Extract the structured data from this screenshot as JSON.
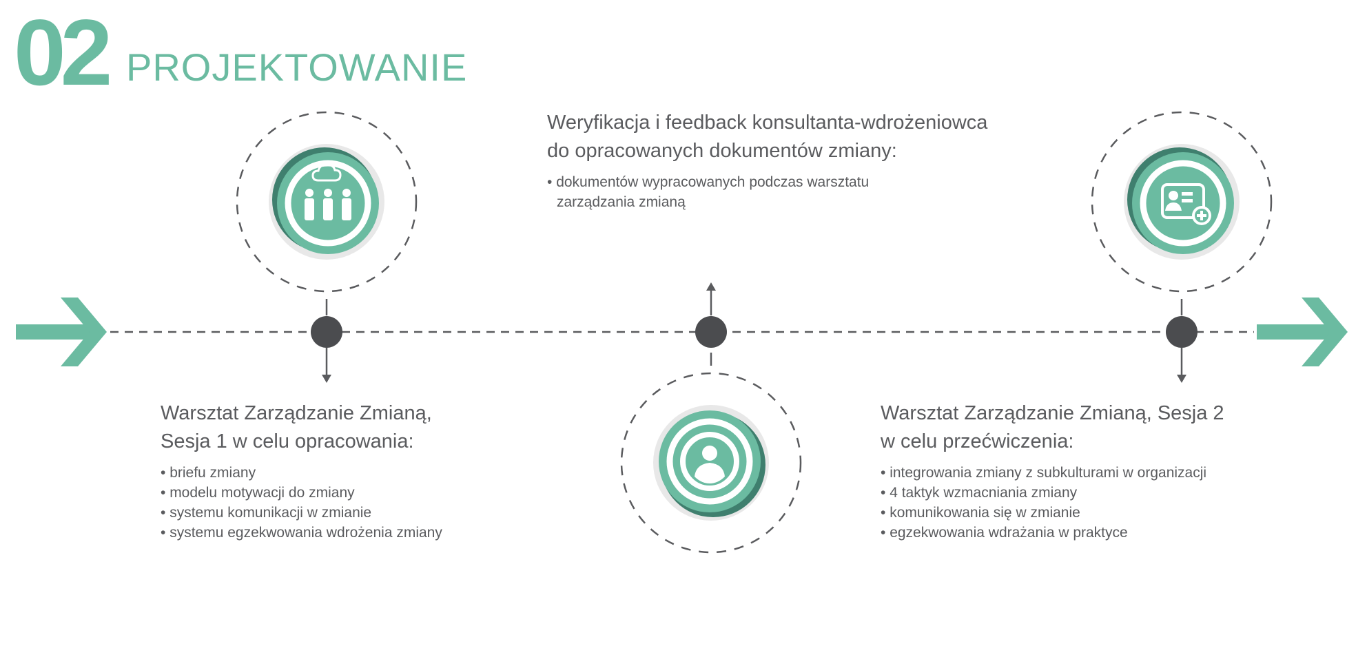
{
  "header": {
    "number": "02",
    "title": "PROJEKTOWANIE"
  },
  "steps": [
    {
      "title_lines": [
        "Warsztat Zarządzanie Zmianą,",
        "Sesja 1 w celu opracowania:"
      ],
      "bullets": [
        "briefu zmiany",
        "modelu motywacji do zmiany",
        "systemu komunikacji w zmianie",
        "systemu egzekwowania wdrożenia zmiany"
      ],
      "icon": "team-cloud-icon"
    },
    {
      "title_lines": [
        "Weryfikacja i feedback konsultanta-wdrożeniowca",
        "do opracowanych dokumentów zmiany:"
      ],
      "bullets": [
        "dokumentów wypracowanych podczas warsztatu zarządzania zmianą"
      ],
      "icon": "user-target-icon"
    },
    {
      "title_lines": [
        "Warsztat Zarządzanie Zmianą, Sesja 2",
        "w celu przećwiczenia:"
      ],
      "bullets": [
        "integrowania zmiany z subkulturami w organizacji",
        "4 taktyk wzmacniania zmiany",
        "komunikowania się w zmianie",
        "egzekwowania wdrażania w praktyce"
      ],
      "icon": "profile-card-add-icon"
    }
  ],
  "colors": {
    "accent": "#6bbba1",
    "text": "#5a5b5e",
    "dot": "#4b4c4f"
  }
}
